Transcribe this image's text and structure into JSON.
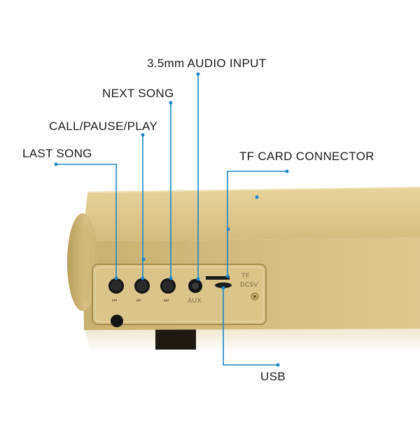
{
  "callouts": [
    {
      "id": "last-song",
      "label": "LAST SONG"
    },
    {
      "id": "call-pause-play",
      "label": "CALL/PAUSE/PLAY"
    },
    {
      "id": "next-song",
      "label": "NEXT SONG"
    },
    {
      "id": "audio-input",
      "label": "3.5mm AUDIO INPUT"
    },
    {
      "id": "tf-card",
      "label": "TF CARD CONNECTOR"
    },
    {
      "id": "usb",
      "label": "USB"
    }
  ],
  "panel_text": {
    "tf": "TF",
    "dc5v": "DC5V",
    "aux": "AUX"
  },
  "colors": {
    "leader_line": "#1f86c8",
    "body_gold": "#d8c385",
    "body_shadow": "#b9a262"
  }
}
